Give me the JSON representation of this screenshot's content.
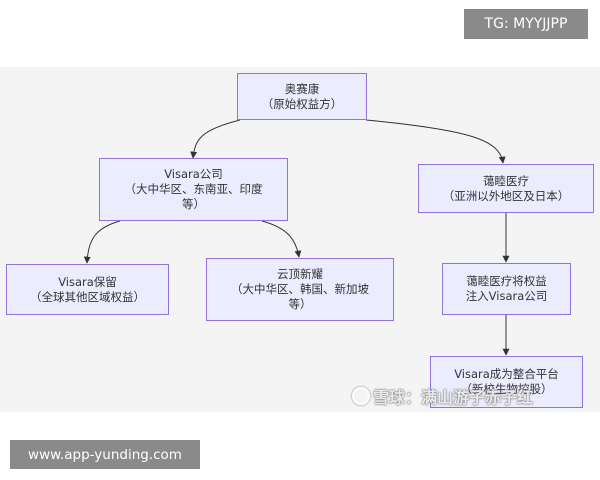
{
  "badges": {
    "tg": "TG: MYYJJPP",
    "url": "www.app-yunding.com"
  },
  "watermark": "雪球：满山游子赤子红",
  "nodes": {
    "root": {
      "l1": "奥赛康",
      "l2": "（原始权益方）"
    },
    "visara": {
      "l1": "Visara公司",
      "l2": "（大中华区、东南亚、印度",
      "l3": "等）"
    },
    "mimu": {
      "l1": "蔼睦医疗",
      "l2": "（亚洲以外地区及日本）"
    },
    "keep": {
      "l1": "Visara保留",
      "l2": "（全球其他区域权益）"
    },
    "yunding": {
      "l1": "云顶新耀",
      "l2": "（大中华区、韩国、新加坡",
      "l3": "等）"
    },
    "inject": {
      "l1": "蔼睦医疗将权益",
      "l2": "注入Visara公司"
    },
    "platform": {
      "l1": "Visara成为整合平台",
      "l2": "（新校生物控股）"
    }
  },
  "colors": {
    "node_fill": "#ececff",
    "node_border": "#9370db",
    "edge": "#333333",
    "panel": "#f4f4f4"
  }
}
